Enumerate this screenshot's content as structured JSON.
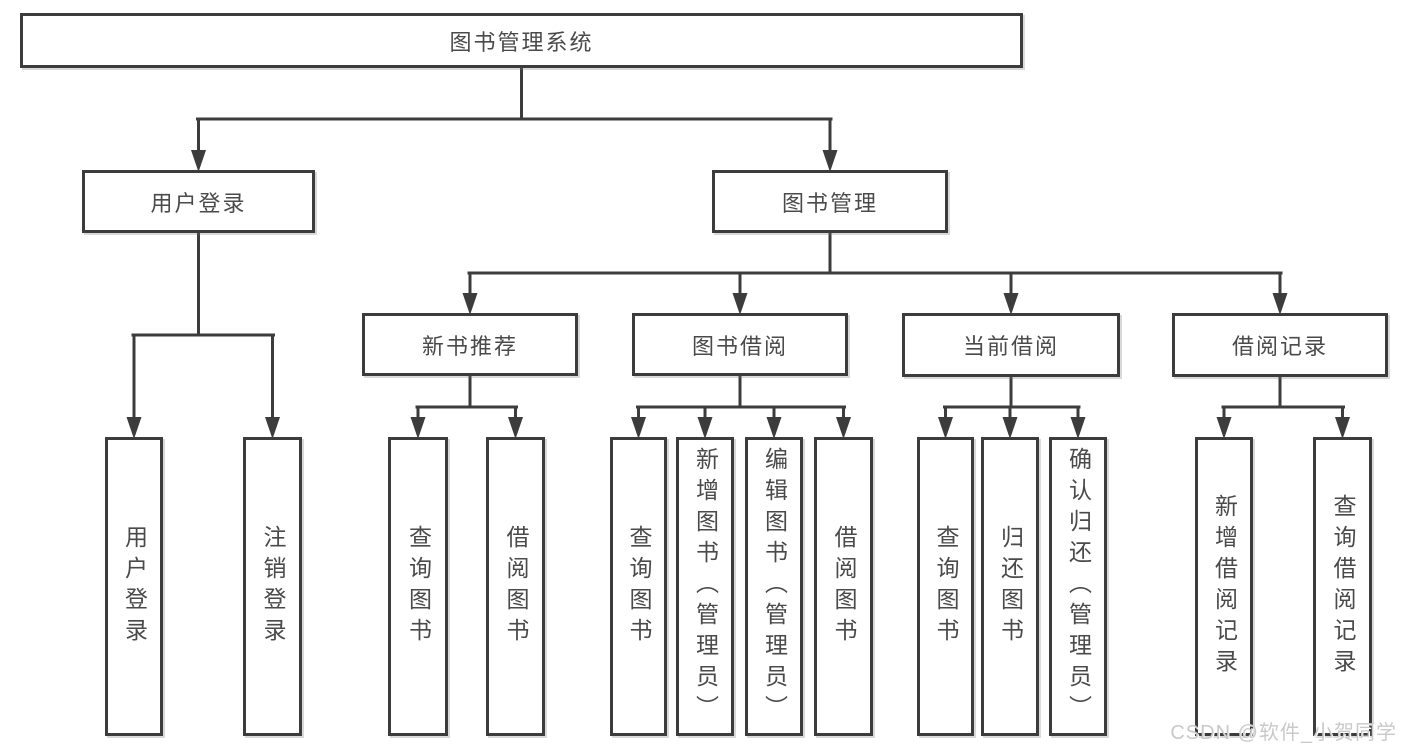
{
  "diagram": {
    "title": "图书管理系统",
    "colors": {
      "line": "#3c3c3c",
      "box_border": "#3c3c3c",
      "text": "#4a4a4a",
      "background": "#ffffff",
      "watermark": "#c9c9c9"
    }
  },
  "nodes": {
    "root": {
      "label": "图书管理系统"
    },
    "user_login": {
      "label": "用户登录"
    },
    "book_mgmt": {
      "label": "图书管理"
    },
    "new_book_rec": {
      "label": "新书推荐"
    },
    "book_borrow": {
      "label": "图书借阅"
    },
    "current_borrow": {
      "label": "当前借阅"
    },
    "borrow_records": {
      "label": "借阅记录"
    },
    "leaf_user_login": {
      "label": "用户登录"
    },
    "leaf_logout": {
      "label": "注销登录"
    },
    "nb_query": {
      "label": "查询图书"
    },
    "nb_borrow": {
      "label": "借阅图书"
    },
    "bb_query": {
      "label": "查询图书"
    },
    "bb_add": {
      "label": "新增图书（管理员）"
    },
    "bb_edit": {
      "label": "编辑图书（管理员）"
    },
    "bb_borrow": {
      "label": "借阅图书"
    },
    "cb_query": {
      "label": "查询图书"
    },
    "cb_return": {
      "label": "归还图书"
    },
    "cb_confirm": {
      "label": "确认归还（管理员）"
    },
    "br_add": {
      "label": "新增借阅记录"
    },
    "br_query": {
      "label": "查询借阅记录"
    }
  },
  "hierarchy": [
    {
      "parent": "root",
      "children": [
        "user_login",
        "book_mgmt"
      ]
    },
    {
      "parent": "user_login",
      "children": [
        "leaf_user_login",
        "leaf_logout"
      ]
    },
    {
      "parent": "book_mgmt",
      "children": [
        "new_book_rec",
        "book_borrow",
        "current_borrow",
        "borrow_records"
      ]
    },
    {
      "parent": "new_book_rec",
      "children": [
        "nb_query",
        "nb_borrow"
      ]
    },
    {
      "parent": "book_borrow",
      "children": [
        "bb_query",
        "bb_add",
        "bb_edit",
        "bb_borrow"
      ]
    },
    {
      "parent": "current_borrow",
      "children": [
        "cb_query",
        "cb_return",
        "cb_confirm"
      ]
    },
    {
      "parent": "borrow_records",
      "children": [
        "br_add",
        "br_query"
      ]
    }
  ],
  "watermark": {
    "text": "CSDN @软件_小贺同学"
  }
}
